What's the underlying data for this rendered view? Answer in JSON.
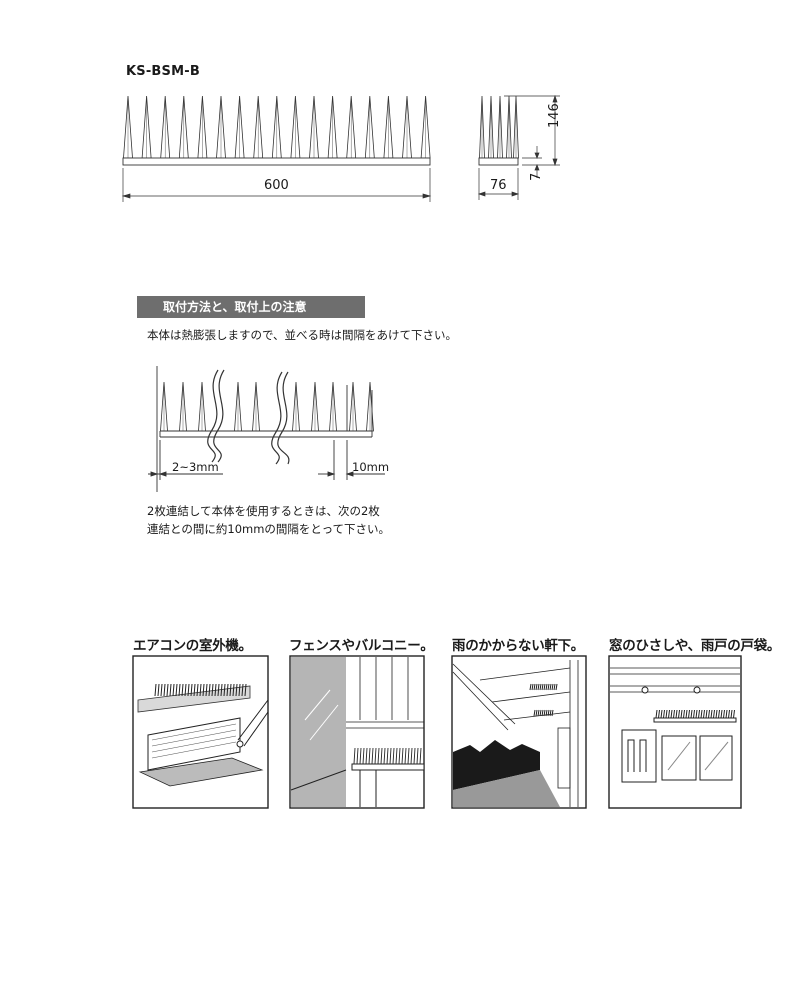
{
  "product": {
    "model": "KS-BSM-B",
    "dims": {
      "length": "600",
      "width": "76",
      "height": "146",
      "base": "7"
    }
  },
  "install": {
    "title": "取付方法と、取付上の注意",
    "note1": "本体は熱膨張しますので、並べる時は間隔をあけて下さい。",
    "gap_small": "2~3mm",
    "gap_large": "10mm",
    "note2_line1": "2枚連結して本体を使用するときは、次の2枚",
    "note2_line2": "連結との間に約10mmの間隔をとって下さい。"
  },
  "uses": [
    {
      "caption": "エアコンの室外機。",
      "icon": "air-conditioner-illustration"
    },
    {
      "caption": "フェンスやバルコニー。",
      "icon": "fence-balcony-illustration"
    },
    {
      "caption": "雨のかからない軒下。",
      "icon": "eaves-illustration"
    },
    {
      "caption": "窓のひさしや、雨戸の戸袋。",
      "icon": "window-awning-illustration"
    }
  ]
}
